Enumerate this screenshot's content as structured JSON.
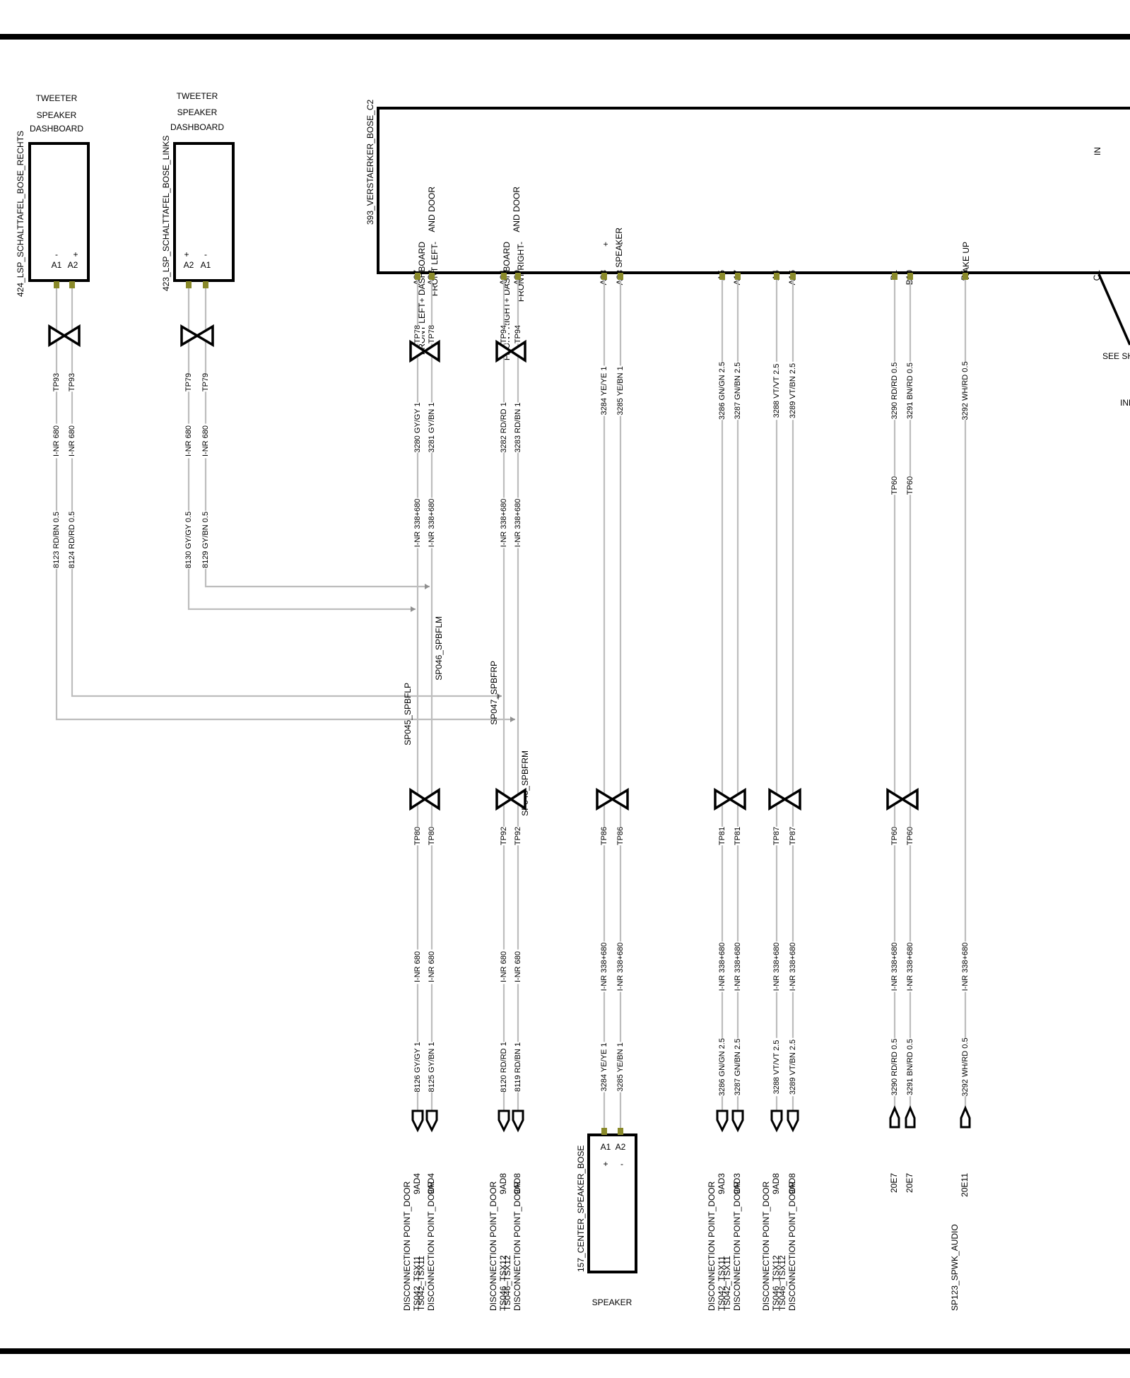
{
  "components": [
    {
      "id": "c424",
      "name": "424_LSP_SCHALTTAFEL_BOSE_RECHTS",
      "desc": [
        "TWEETER",
        "SPEAKER",
        "DASHBOARD"
      ],
      "signs": [
        "-",
        "+"
      ],
      "pins": [
        "A1",
        "A2"
      ]
    },
    {
      "id": "c423",
      "name": "423_LSP_SCHALTTAFEL_BOSE_LINKS",
      "desc": [
        "TWEETER",
        "SPEAKER",
        "DASHBOARD"
      ],
      "signs": [
        "+",
        "-"
      ],
      "pins": [
        "A2",
        "A1"
      ]
    },
    {
      "id": "c157",
      "name": "157_CENTER_SPEAKER_BOSE",
      "desc": [
        "SPEAKER"
      ],
      "signs": [
        "+",
        "-"
      ],
      "pins": [
        "A1",
        "A2"
      ]
    }
  ],
  "amplifier": {
    "name": "393_VERSTAERKER_BOSE_C2",
    "groups": [
      {
        "lines": [
          "FRONT LEFT+ DASHBOARD",
          "AND DOOR"
        ]
      },
      {
        "lines": [
          "FRONT LEFT-"
        ]
      },
      {
        "lines": [
          "FRONT RIGHT+ DASHBOARD",
          "AND DOOR"
        ]
      },
      {
        "lines": [
          "FRONT RIGHT-"
        ]
      },
      {
        "lines": [
          "+"
        ]
      },
      {
        "lines": [
          "-"
        ]
      },
      {
        "lines": [
          "SPEAKER"
        ]
      },
      {
        "lines": [
          "WAKE UP"
        ]
      },
      {
        "lines": [
          "IN"
        ]
      }
    ],
    "pins": [
      "A27",
      "A32",
      "A24",
      "A29",
      "A23",
      "A28",
      "A5",
      "A17",
      "A4",
      "A16",
      "B1",
      "B10",
      "B5",
      "C1"
    ],
    "see_note": "SEE SH",
    "inf_note": "INF"
  },
  "tweeter_wires": [
    {
      "tp": "TP93",
      "inr": "I-NR 680",
      "wire": "8123 RD/BN 0.5"
    },
    {
      "tp": "TP93",
      "inr": "I-NR 680",
      "wire": "8124 RD/RD 0.5"
    },
    {
      "tp": "TP79",
      "inr": "I-NR 680",
      "wire": "8130 GY/GY 0.5"
    },
    {
      "tp": "TP79",
      "inr": "I-NR 680",
      "wire": "8129 GY/BN 0.5"
    }
  ],
  "channels": [
    {
      "tp_top": "TP78",
      "wire_top": "3280 GY/GY 1",
      "inr_top": "I-NR 338+680",
      "tp_bot": "TP80",
      "inr_bot": "I-NR 680",
      "wire_bot": "8126 GY/GY 1",
      "ref": "9AD4",
      "dest": [
        "DISCONNECTION POINT_DOOR",
        "TS042_TSX11"
      ]
    },
    {
      "tp_top": "TP78",
      "wire_top": "3281 GY/BN 1",
      "inr_top": "I-NR 338+680",
      "tp_bot": "TP80",
      "inr_bot": "I-NR 680",
      "wire_bot": "8125 GY/BN 1",
      "ref": "9AD4",
      "dest": [
        "TS042_TSX11",
        "DISCONNECTION POINT_DOOR"
      ]
    },
    {
      "tp_top": "TP94",
      "wire_top": "3282 RD/RD 1",
      "inr_top": "I-NR 338+680",
      "tp_bot": "TP92",
      "inr_bot": "I-NR 680",
      "wire_bot": "8120 RD/RD 1",
      "ref": "9AD8",
      "dest": [
        "DISCONNECTION POINT_DOOR",
        "TS046_TSX12"
      ]
    },
    {
      "tp_top": "TP94",
      "wire_top": "3283 RD/BN 1",
      "inr_top": "I-NR 338+680",
      "tp_bot": "TP92",
      "inr_bot": "I-NR 680",
      "wire_bot": "8119 RD/BN 1",
      "ref": "9AD8",
      "dest": [
        "TS046_TSX12",
        "DISCONNECTION POINT_DOOR"
      ]
    },
    {
      "wire_top": "3284 YE/YE 1",
      "tp_bot": "TP86",
      "inr_bot": "I-NR 338+680",
      "wire_bot": "3284 YE/YE 1"
    },
    {
      "wire_top": "3285 YE/BN 1",
      "tp_bot": "TP86",
      "inr_bot": "I-NR 338+680",
      "wire_bot": "3285 YE/BN 1"
    },
    {
      "wire_top": "3286 GN/GN 2.5",
      "tp_bot": "TP81",
      "inr_bot": "I-NR 338+680",
      "wire_bot": "3286 GN/GN 2.5",
      "ref": "9AD3",
      "dest": [
        "DISCONNECTION POINT_DOOR",
        "TS042_TSX11"
      ]
    },
    {
      "wire_top": "3287 GN/BN 2.5",
      "tp_bot": "TP81",
      "inr_bot": "I-NR 338+680",
      "wire_bot": "3287 GN/BN 2.5",
      "ref": "9AD3",
      "dest": [
        "TS042_TSX11",
        "DISCONNECTION POINT_DOOR"
      ]
    },
    {
      "wire_top": "3288 VT/VT 2.5",
      "tp_bot": "TP87",
      "inr_bot": "I-NR 338+680",
      "wire_bot": "3288 VT/VT 2.5",
      "ref": "9AD8",
      "dest": [
        "DISCONNECTION POINT_DOOR",
        "TS046_TSX12"
      ]
    },
    {
      "wire_top": "3289 VT/BN 2.5",
      "tp_bot": "TP87",
      "inr_bot": "I-NR 338+680",
      "wire_bot": "3289 VT/BN 2.5",
      "ref": "9AD8",
      "dest": [
        "TS046_TSX12",
        "DISCONNECTION POINT_DOOR"
      ]
    },
    {
      "wire_top": "3290 RD/RD 0.5",
      "tp_mid": "TP60",
      "tp_bot": "TP60",
      "inr_bot": "I-NR 338+680",
      "wire_bot": "3290 RD/RD 0.5",
      "ref": "20E7"
    },
    {
      "wire_top": "3291 BN/RD 0.5",
      "tp_mid": "TP60",
      "tp_bot": "TP60",
      "inr_bot": "I-NR 338+680",
      "wire_bot": "3291 BN/RD 0.5",
      "ref": "20E7"
    },
    {
      "wire_top": "3292 WH/RD 0.5",
      "inr_bot": "I-NR 338+680",
      "wire_bot": "3292 WH/RD 0.5",
      "ref": "20E11",
      "dest": [
        "SP123_SPWK_AUDIO"
      ]
    }
  ],
  "splices": [
    "SP046_SPBFLM",
    "SP045_SPBFLP",
    "SP047_SPBFRP",
    "SP048_SPBFRM"
  ]
}
